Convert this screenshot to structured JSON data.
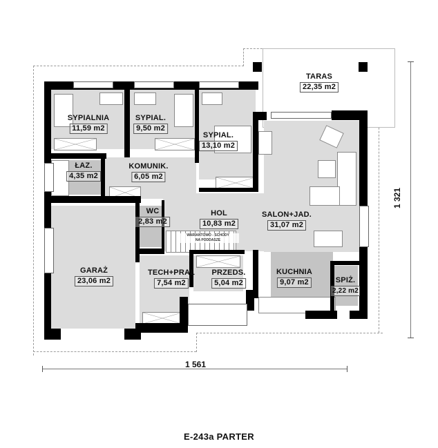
{
  "plan": {
    "title": "E-243a PARTER",
    "dimensions": {
      "width_label": "1 561",
      "height_label": "1 321"
    },
    "stairs_note": {
      "line1": "WARIANTOWO - SCHODY",
      "line2": "NA PODDASZE"
    },
    "rooms": [
      {
        "name": "SYPIALNIA",
        "area": "11,59 m2"
      },
      {
        "name": "SYPIAL.",
        "area": "9,50 m2"
      },
      {
        "name": "SYPIAL.",
        "area": "13,10 m2"
      },
      {
        "name": "ŁAZ.",
        "area": "4,35 m2"
      },
      {
        "name": "KOMUNIK.",
        "area": "6,05 m2"
      },
      {
        "name": "WC",
        "area": "2,83 m2"
      },
      {
        "name": "HOL",
        "area": "10,83 m2"
      },
      {
        "name": "SALON+JAD.",
        "area": "31,07 m2"
      },
      {
        "name": "GARAŻ",
        "area": "23,06 m2"
      },
      {
        "name": "TECH+PRAL",
        "area": "7,54 m2"
      },
      {
        "name": "PRZEDS.",
        "area": "5,04 m2"
      },
      {
        "name": "KUCHNIA",
        "area": "9,07 m2"
      },
      {
        "name": "SPIŻ.",
        "area": "2,22 m2"
      },
      {
        "name": "TARAS",
        "area": "22,35 m2"
      }
    ],
    "colors": {
      "wall": "#000000",
      "room_fill": "#dcdcdc",
      "wet_room_fill": "#c4c4c4",
      "outline_dashed": "#9a9a9a"
    }
  }
}
